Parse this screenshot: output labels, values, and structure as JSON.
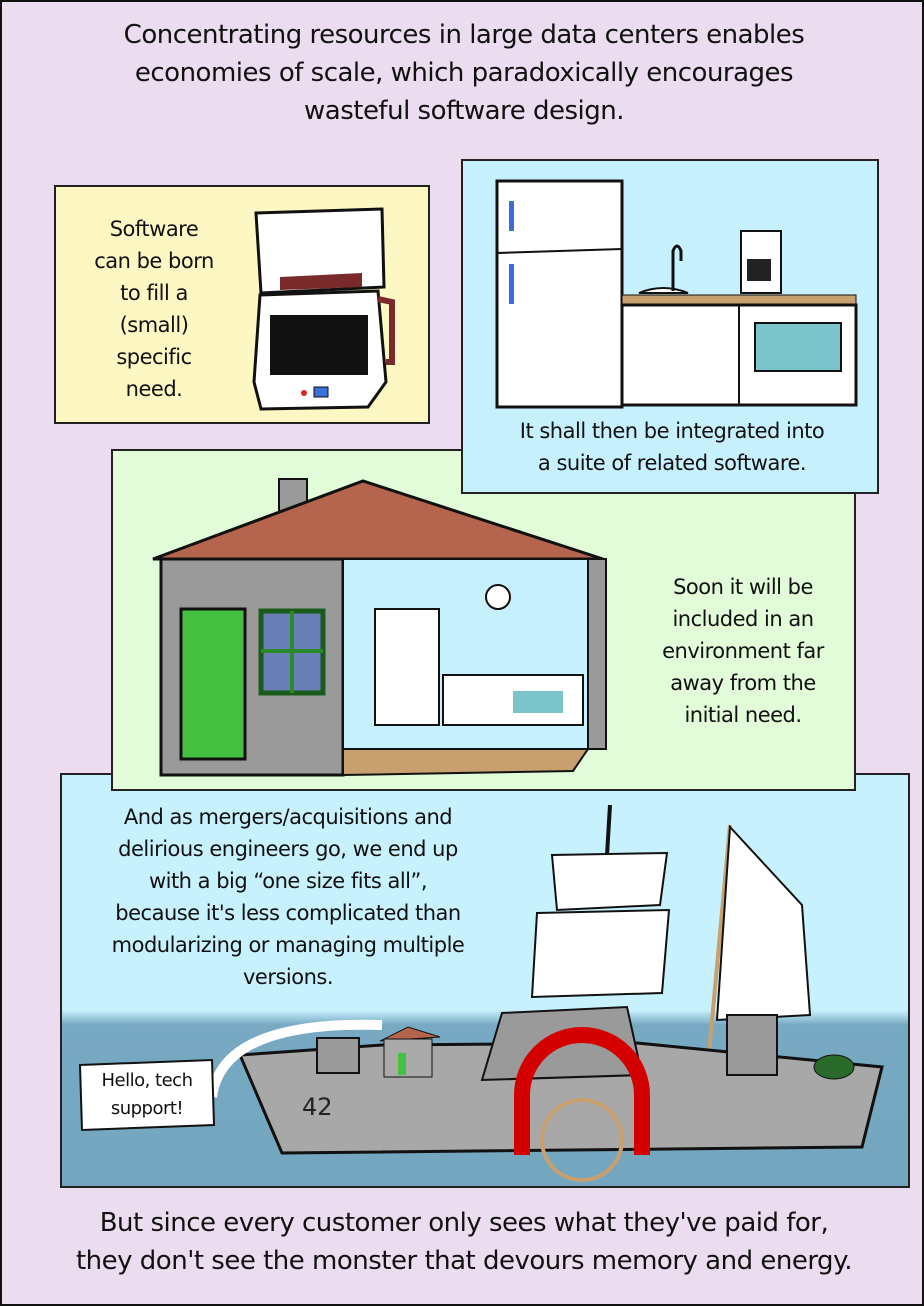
{
  "title_lines": [
    "Concentrating resources in large data centers enables",
    "economies of scale, which paradoxically encourages",
    "wasteful software design."
  ],
  "panel1": {
    "text_lines": [
      "Software",
      "can be born",
      "to fill a",
      "(small)",
      "specific",
      "need."
    ]
  },
  "panel2": {
    "text_lines": [
      "It shall then be integrated into",
      "a suite of related software."
    ]
  },
  "panel3": {
    "text_lines": [
      "Soon it will be",
      "included in an",
      "environment far",
      "away from the",
      "initial need."
    ]
  },
  "panel4": {
    "text_lines": [
      "And as mergers/acquisitions and",
      "delirious engineers go, we end up",
      "with a big “one size fits all”,",
      "because it's less complicated than",
      "modularizing or managing multiple",
      "versions."
    ],
    "speech_lines": [
      "Hello, tech",
      "support!"
    ],
    "hull_number": "42"
  },
  "bottom_lines": [
    "But since every customer only sees what they've paid for,",
    "they don't see the monster that devours memory and energy."
  ],
  "colors": {
    "background": "#ecdcef",
    "panel1": "#fdf7c3",
    "panel2": "#c7f0fd",
    "panel3": "#e2fbd8",
    "sea": "#78a9c3",
    "roof": "#b5644e",
    "paddle": "#d40000"
  }
}
